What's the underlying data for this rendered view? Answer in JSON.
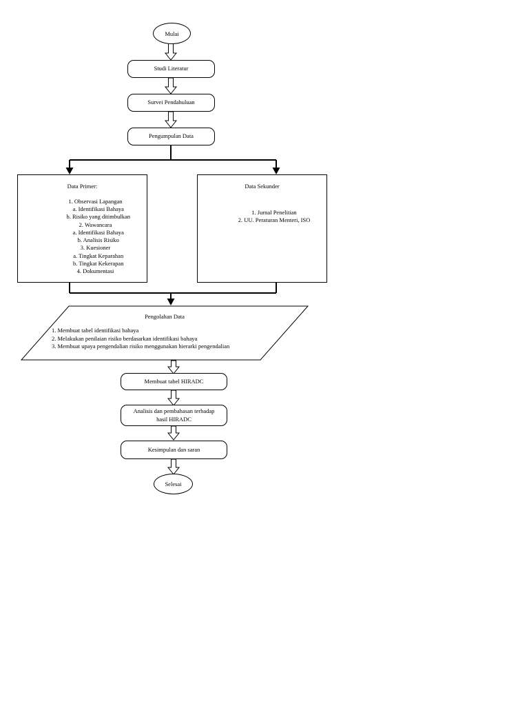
{
  "diagram": {
    "type": "flowchart",
    "title": "Research Methodology Flowchart",
    "orientation": "top-to-bottom",
    "colors": {
      "stroke": "#000000",
      "fill": "#ffffff",
      "text": "#000000"
    }
  },
  "nodes": {
    "start": {
      "label": "Mulai",
      "shape": "ellipse"
    },
    "studi_literatur": {
      "label": "Studi Literatur",
      "shape": "rounded-rect"
    },
    "survei_pendahuluan": {
      "label": "Survei Pendahuluan",
      "shape": "rounded-rect"
    },
    "pengumpulan_data": {
      "label": "Pengumpulan Data",
      "shape": "rounded-rect"
    },
    "data_primer": {
      "title": "Data Primer:",
      "shape": "rect",
      "items": [
        "1. Observasi Lapangan",
        "    a. Identifikasi Bahaya",
        "    b. Risiko yang ditimbulkan",
        "2. Wawancara",
        "    a. Identifikasi Bahaya",
        "    b. Analisis Risiko",
        "3. Kuesioner",
        "    a. Tingkat Keparahan",
        "    b. Tingkat Kekerapan",
        "4. Dokumentasi"
      ]
    },
    "data_sekunder": {
      "title": "Data Sekunder",
      "shape": "rect",
      "items": [
        "1. Jurnal Penelitian",
        "2. UU. Peraturan Menteri, ISO"
      ]
    },
    "pengolahan_data": {
      "title": "Pengolahan Data",
      "shape": "parallelogram",
      "items": [
        "1. Membuat tabel identifikasi bahaya",
        "2. Melakukan penilaian risiko berdasarkan identifikasi bahaya",
        "3. Membuat upaya pengendalian risiko menggunakan hierarki pengendalian"
      ]
    },
    "membuat_tabel_hiradc": {
      "label": "Membuat tabel HIRADC",
      "shape": "rounded-rect"
    },
    "analisis_pembahasan": {
      "label_line1": "Analisis dan pembahasan terhadap",
      "label_line2": "hasil HIRADC",
      "shape": "rounded-rect"
    },
    "kesimpulan_saran": {
      "label": "Kesimpulan dan saran",
      "shape": "rounded-rect"
    },
    "end": {
      "label": "Selesai",
      "shape": "ellipse"
    }
  },
  "edges": [
    {
      "from": "start",
      "to": "studi_literatur",
      "style": "block-arrow"
    },
    {
      "from": "studi_literatur",
      "to": "survei_pendahuluan",
      "style": "block-arrow"
    },
    {
      "from": "survei_pendahuluan",
      "to": "pengumpulan_data",
      "style": "block-arrow"
    },
    {
      "from": "pengumpulan_data",
      "to": "data_primer",
      "style": "split-line-arrow"
    },
    {
      "from": "pengumpulan_data",
      "to": "data_sekunder",
      "style": "split-line-arrow"
    },
    {
      "from": "data_primer",
      "to": "pengolahan_data",
      "style": "merge-line-arrow"
    },
    {
      "from": "data_sekunder",
      "to": "pengolahan_data",
      "style": "merge-line-arrow"
    },
    {
      "from": "pengolahan_data",
      "to": "membuat_tabel_hiradc",
      "style": "block-arrow"
    },
    {
      "from": "membuat_tabel_hiradc",
      "to": "analisis_pembahasan",
      "style": "block-arrow"
    },
    {
      "from": "analisis_pembahasan",
      "to": "kesimpulan_saran",
      "style": "block-arrow"
    },
    {
      "from": "kesimpulan_saran",
      "to": "end",
      "style": "block-arrow"
    }
  ]
}
